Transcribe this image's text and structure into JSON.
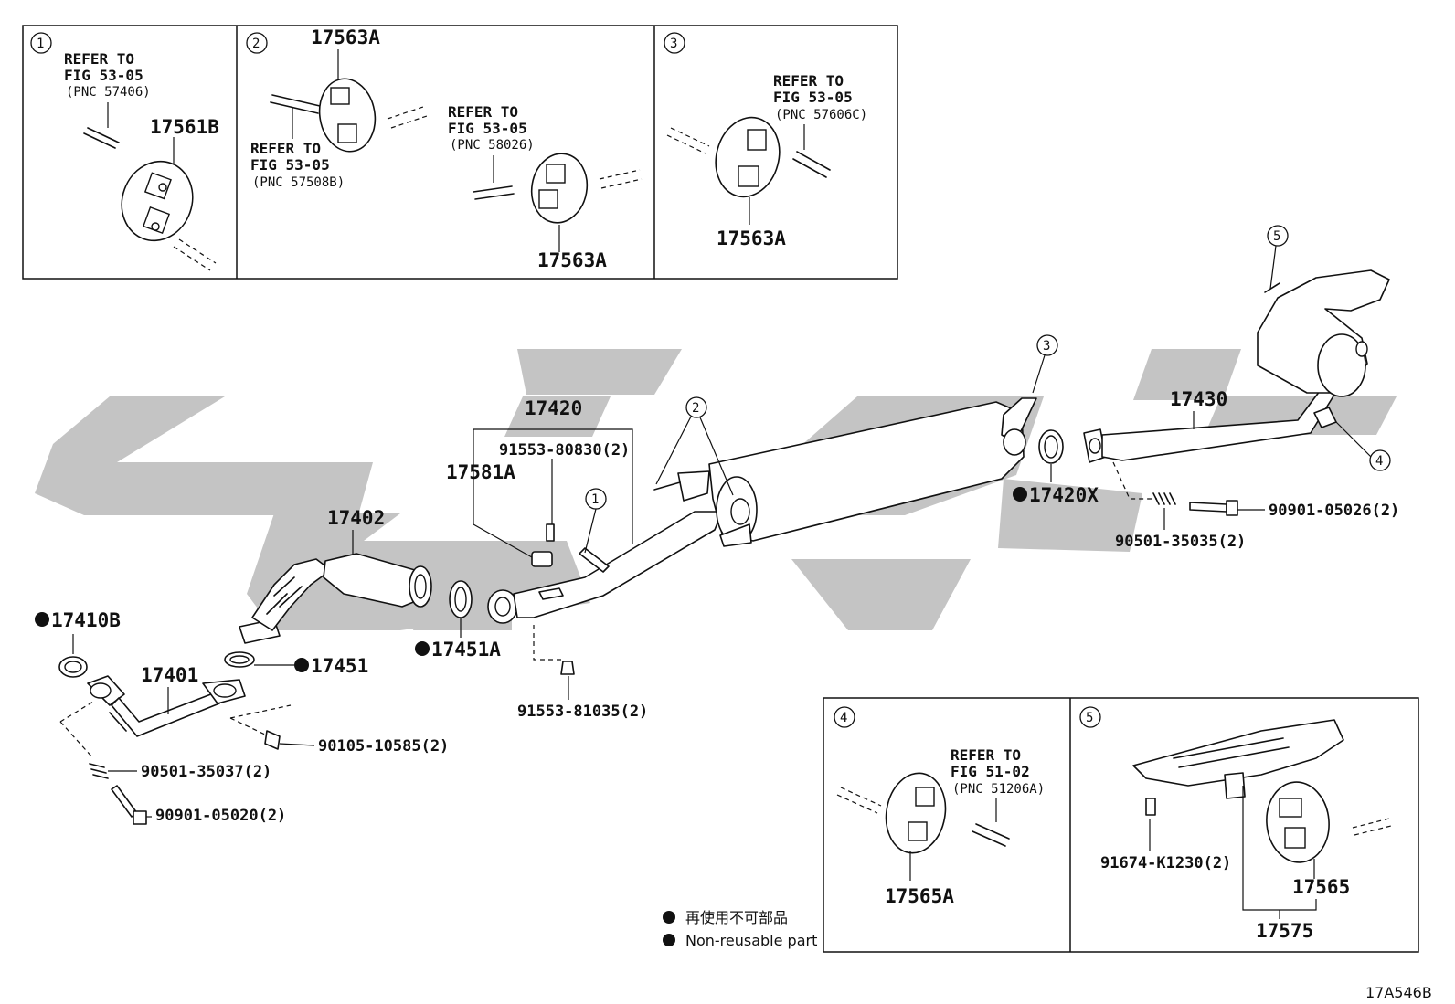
{
  "watermark_color": "#c4c4c4",
  "line_color": "#111111",
  "callouts": {
    "c1": "1",
    "c2": "2",
    "c3": "3",
    "c4": "4",
    "c5": "5"
  },
  "box1": {
    "callout": "1",
    "refer": "REFER TO",
    "fig": "FIG 53-05",
    "pnc": "(PNC 57406)",
    "part": "17561B"
  },
  "box2": {
    "callout": "2",
    "part_top": "17563A",
    "ref_a_refer": "REFER TO",
    "ref_a_fig": "FIG 53-05",
    "ref_a_pnc": "(PNC 57508B)",
    "ref_b_refer": "REFER TO",
    "ref_b_fig": "FIG 53-05",
    "ref_b_pnc": "(PNC 58026)",
    "part_bottom": "17563A"
  },
  "box3": {
    "callout": "3",
    "refer": "REFER TO",
    "fig": "FIG 53-05",
    "pnc": "(PNC 57606C)",
    "part": "17563A"
  },
  "box4": {
    "callout": "4",
    "refer": "REFER TO",
    "fig": "FIG 51-02",
    "pnc": "(PNC 51206A)",
    "part": "17565A"
  },
  "box5": {
    "callout": "5",
    "bolt": "91674-K1230(2)",
    "part": "17565",
    "assy": "17575"
  },
  "parts": {
    "p17420": "17420",
    "p91553_80830": "91553-80830(2)",
    "p17581A": "17581A",
    "p17402": "17402",
    "p17410B": "17410B",
    "p17401": "17401",
    "p17451": "17451",
    "p17451A": "17451A",
    "p90105": "90105-10585(2)",
    "p90501_35037": "90501-35037(2)",
    "p90901_05020": "90901-05020(2)",
    "p91553_81035": "91553-81035(2)",
    "p17420X": "17420X",
    "p17430": "17430",
    "p90901_05026": "90901-05026(2)",
    "p90501_35035": "90501-35035(2)"
  },
  "legend": {
    "jp": "再使用不可部品",
    "en": "Non-reusable part"
  },
  "figure_code": "17A546B"
}
